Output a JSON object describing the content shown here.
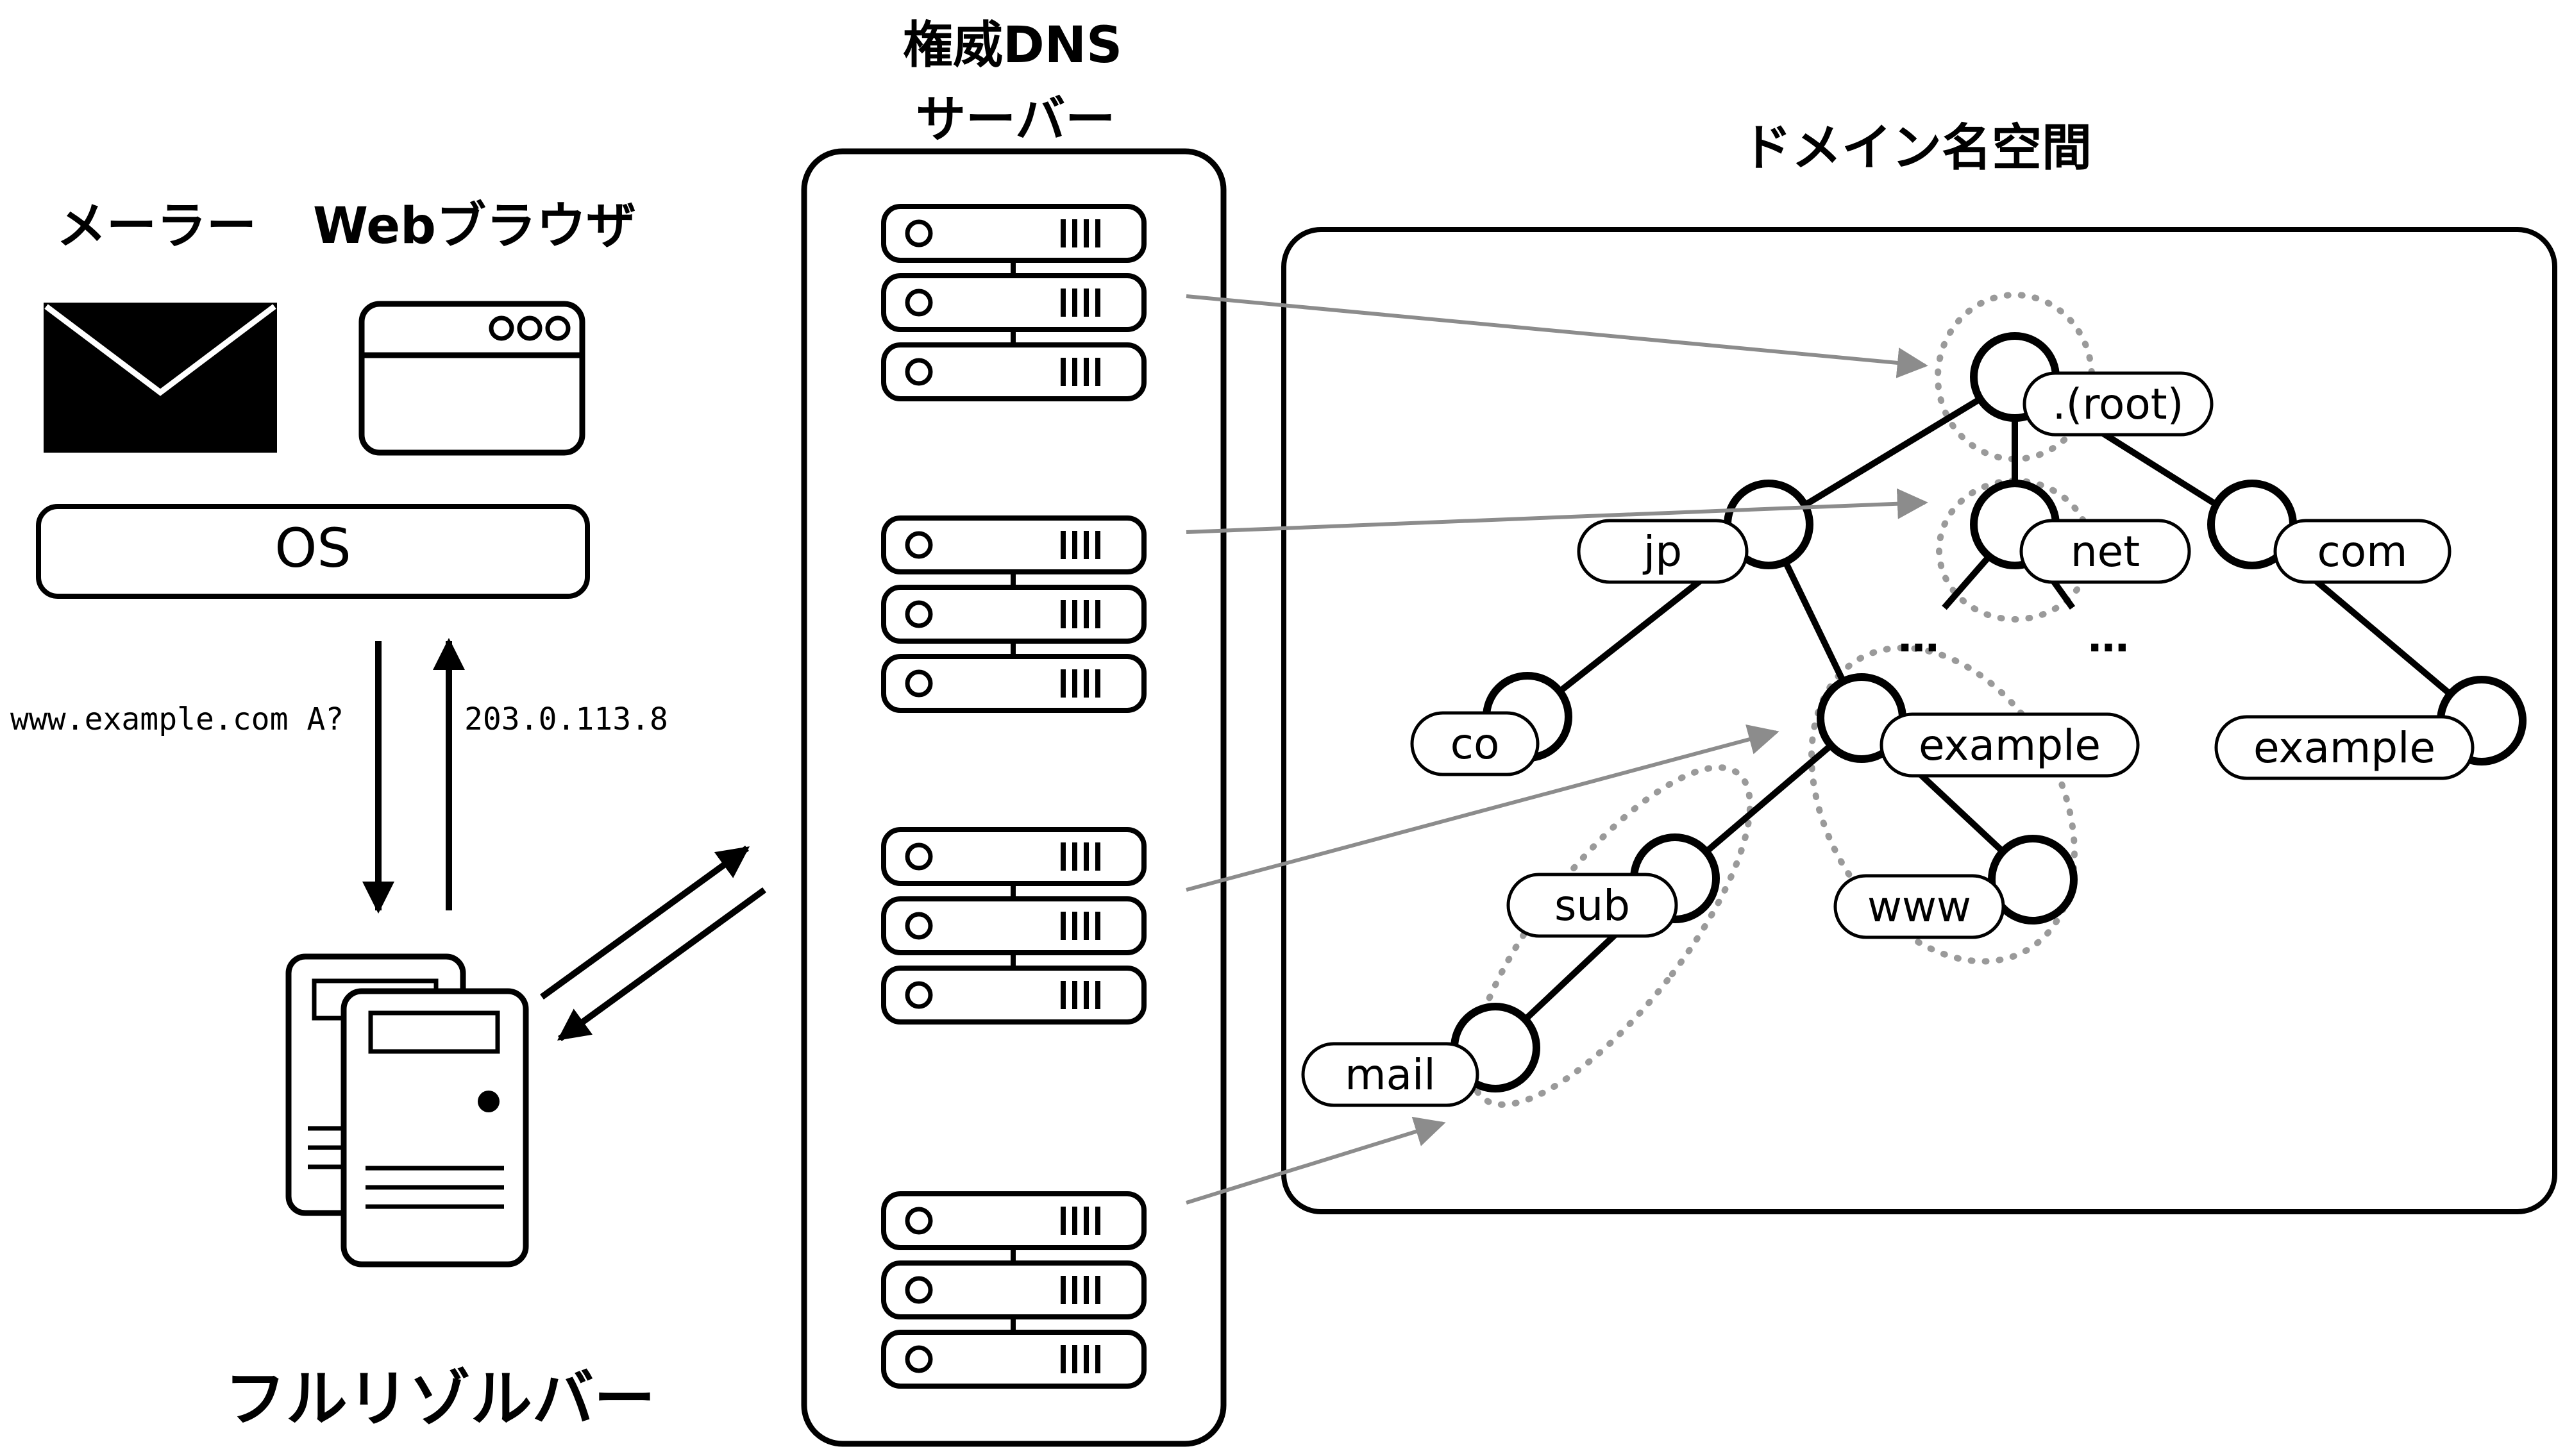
{
  "labels": {
    "mailer": "メーラー",
    "browser": "Webブラウザ",
    "os": "OS",
    "query": "www.example.com A?",
    "answer": "203.0.113.8",
    "full_resolver": "フルリゾルバー",
    "auth_dns_line1": "権威DNS",
    "auth_dns_line2": "サーバー",
    "namespace": "ドメイン名空間",
    "ellipsis_left": "…",
    "ellipsis_right": "…"
  },
  "tree_nodes": {
    "root": ".(root)",
    "jp": "jp",
    "net": "net",
    "com": "com",
    "co": "co",
    "example_jp": "example",
    "example_com": "example",
    "sub": "sub",
    "www": "www",
    "mail": "mail"
  },
  "colors": {
    "line": "#000000",
    "pointer_arrow": "#8c8c8c",
    "zone_outline": "#9a9a9a",
    "background": "#ffffff"
  }
}
